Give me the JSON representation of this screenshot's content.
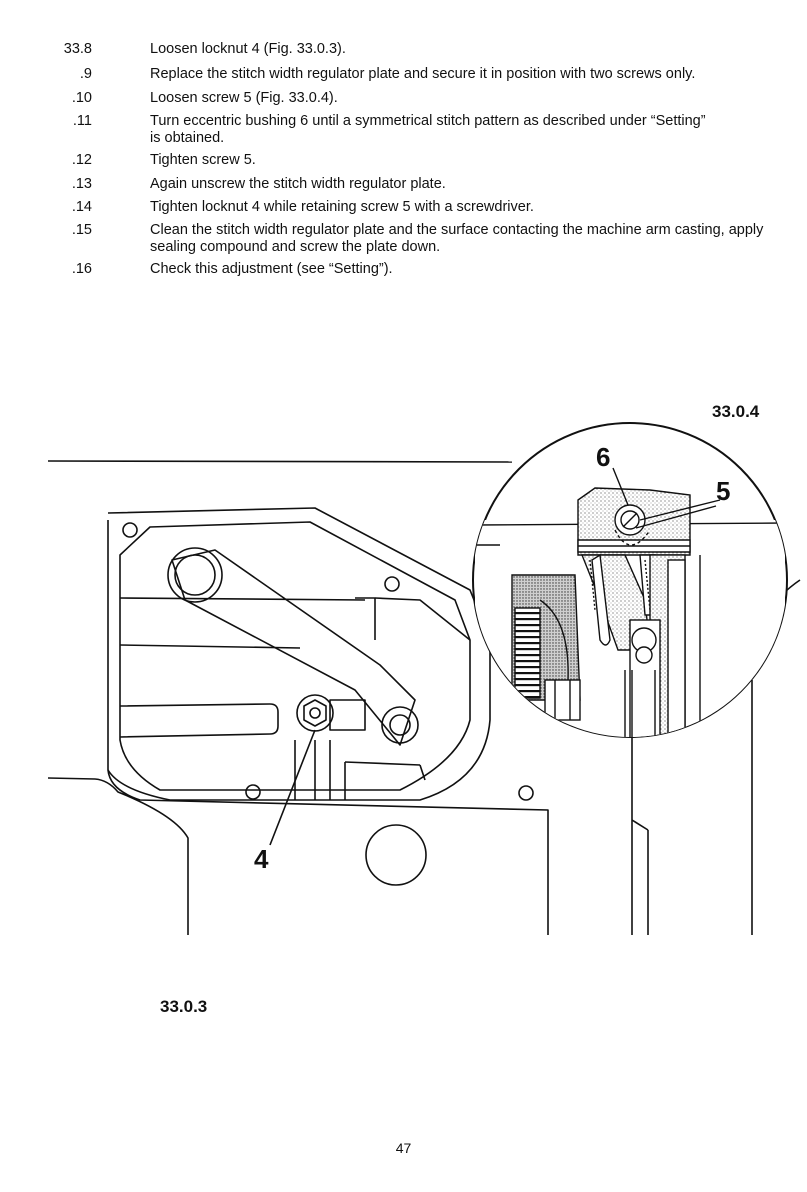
{
  "steps": [
    {
      "num": "33.8",
      "text": "Loosen locknut 4 (Fig. 33.0.3)."
    },
    {
      "num": ".9",
      "text": "Replace the stitch width regulator plate and secure it in position with two screws only."
    },
    {
      "num": ".10",
      "text": "Loosen screw 5 (Fig. 33.0.4)."
    },
    {
      "num": ".11",
      "text": "Turn eccentric bushing 6 until a symmetrical stitch pattern as described under “Setting” is obtained."
    },
    {
      "num": ".12",
      "text": "Tighten screw 5."
    },
    {
      "num": ".13",
      "text": "Again unscrew the stitch width regulator plate."
    },
    {
      "num": ".14",
      "text": "Tighten locknut 4 while retaining screw 5 with a screwdriver."
    },
    {
      "num": ".15",
      "text": "Clean the stitch width regulator plate and the surface contacting the machine arm casting, apply sealing compound and screw the plate down."
    },
    {
      "num": ".16",
      "text": "Check this adjustment (see “Setting”)."
    }
  ],
  "figures": {
    "fig_main": "33.0.3",
    "fig_detail": "33.0.4",
    "callout_4": "4",
    "callout_5": "5",
    "callout_6": "6"
  },
  "page_number": "47"
}
